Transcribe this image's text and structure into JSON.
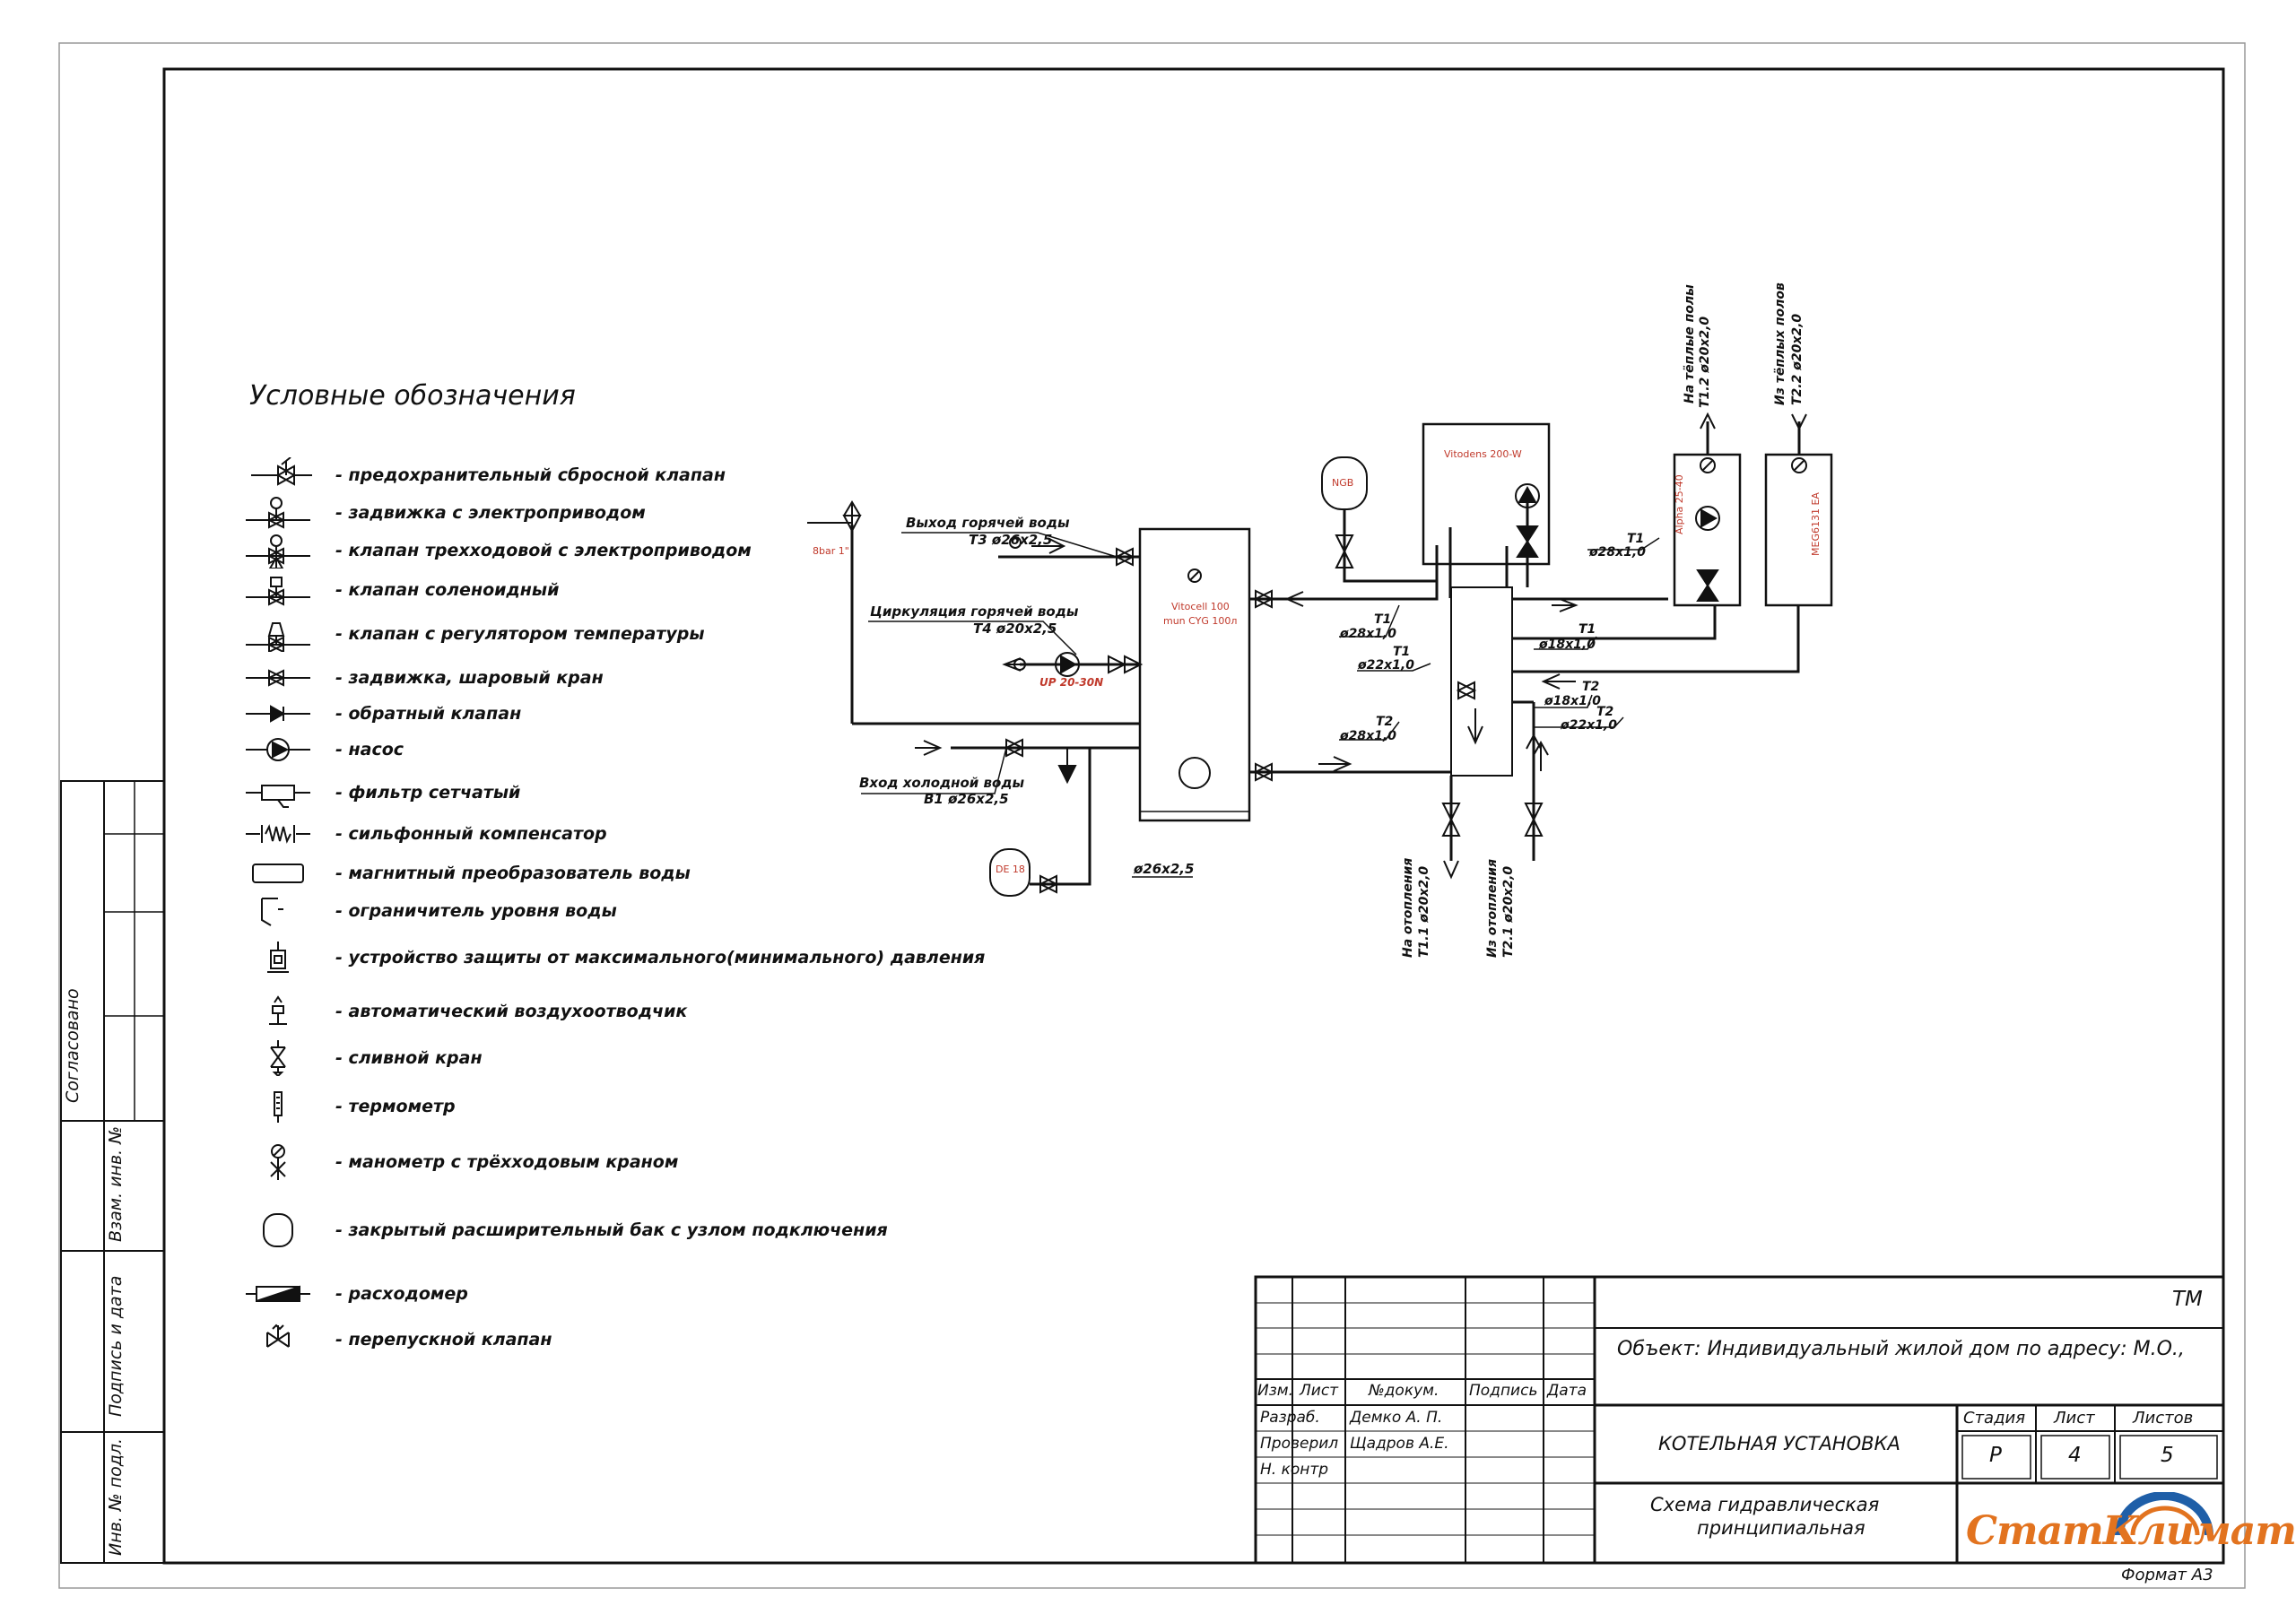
{
  "legend": {
    "title": "Условные обозначения",
    "items": [
      {
        "icon": "safety-relief-valve-icon",
        "label": "- предохранительный сбросной клапан"
      },
      {
        "icon": "motorized-gate-valve-icon",
        "label": "- задвижка с электроприводом"
      },
      {
        "icon": "three-way-motorized-valve-icon",
        "label": "- клапан трехходовой с электроприводом"
      },
      {
        "icon": "solenoid-valve-icon",
        "label": "- клапан соленоидный"
      },
      {
        "icon": "thermostatic-valve-icon",
        "label": "- клапан с регулятором температуры"
      },
      {
        "icon": "ball-valve-icon",
        "label": "- задвижка, шаровый кран"
      },
      {
        "icon": "check-valve-icon",
        "label": "- обратный клапан"
      },
      {
        "icon": "pump-icon",
        "label": "- насос"
      },
      {
        "icon": "strainer-icon",
        "label": "- фильтр сетчатый"
      },
      {
        "icon": "bellows-compensator-icon",
        "label": "- сильфонный компенсатор"
      },
      {
        "icon": "magnetic-converter-icon",
        "label": "- магнитный преобразователь воды"
      },
      {
        "icon": "water-level-limiter-icon",
        "label": "- ограничитель уровня воды"
      },
      {
        "icon": "pressure-protection-icon",
        "label": "- устройство защиты от максимального(минимального) давления"
      },
      {
        "icon": "air-vent-icon",
        "label": "- автоматический воздухоотводчик"
      },
      {
        "icon": "drain-valve-icon",
        "label": "- сливной кран"
      },
      {
        "icon": "thermometer-icon",
        "label": "- термометр"
      },
      {
        "icon": "manometer-icon",
        "label": "- манометр с трёхходовым краном"
      },
      {
        "icon": "expansion-tank-icon",
        "label": "- закрытый расширительный бак с узлом подключения"
      },
      {
        "icon": "flow-meter-icon",
        "label": "- расходомер"
      },
      {
        "icon": "bypass-valve-icon",
        "label": "- перепускной клапан"
      }
    ]
  },
  "scheme": {
    "hot_water_out": "Выход горячей воды",
    "hot_water_out_spec": "Т3 ø26х2,5",
    "circulation": "Циркуляция горячей воды",
    "circulation_spec": "Т4 ø20х2,5",
    "cold_water_in": "Вход холодной воды",
    "cold_water_in_spec": "В1 ø26х2,5",
    "cold_pipe_spec": "ø26х2,5",
    "circ_pump": "UP 20-30N",
    "relief": "8bar 1\"",
    "tank": "Vitocell 100",
    "tank_model": "mun  CYG 100л",
    "boiler": "Vitodens 200-W",
    "ngb": "NGB",
    "de": "DE 18",
    "alpha": "Alpha 25-40",
    "meg": "MEG6131 EA",
    "t1_top": "Т1",
    "t1_top_spec": "ø28х1,0",
    "t1_boiler": "Т1",
    "t1_boiler_spec": "ø28х1,0",
    "t1_22": "Т1",
    "t1_22_spec": "ø22х1,0",
    "t1_18": "Т1",
    "t1_18_spec": "ø18х1,0",
    "t2_tank": "Т2",
    "t2_tank_spec": "ø28х1,0",
    "t2_18": "Т2",
    "t2_18_spec": "ø18х1,0",
    "t2_22": "Т2",
    "t2_22_spec": "ø22х1,0",
    "floor_to": "На тёплые полы",
    "floor_to_spec": "Т1.2 ø20х2,0",
    "floor_from": "Из тёплых полов",
    "floor_from_spec": "Т2.2 ø20х2,0",
    "heat_to": "На отопления",
    "heat_to_spec": "Т1.1 ø20х2,0",
    "heat_from": "Из отопления",
    "heat_from_spec": "Т2.1 ø20х2,0"
  },
  "side_stamp": {
    "agreed": "Согласовано",
    "replace_inv": "Взам. инв. №",
    "sign_date": "Подпись и дата",
    "inv_orig": "Инв. № подл."
  },
  "title_block": {
    "code": "ТМ",
    "object": "Объект: Индивидуальный жилой дом по адресу: М.О.,",
    "col_change": "Изм.",
    "col_sheet": "Лист",
    "col_doc": "№докум.",
    "col_sign": "Подпись",
    "col_date": "Дата",
    "developed": "Разраб.",
    "developer": "Демко А. П.",
    "checked": "Проверил",
    "checker": "Щадров А.Е.",
    "norm": "Н. контр",
    "project": "КОТЕЛЬНАЯ УСТАНОВКА",
    "stage_label": "Стадия",
    "sheet_label": "Лист",
    "sheets_label": "Листов",
    "stage": "Р",
    "sheet": "4",
    "sheets": "5",
    "drawing_line1": "Схема гидравлическая",
    "drawing_line2": "принципиальная",
    "logo": "СтатКлимат",
    "format": "Формат А3"
  },
  "colors": {
    "line": "#111111",
    "accent": "#c0392b",
    "logo_orange": "#e2731f",
    "logo_blue": "#1f5fa8"
  }
}
